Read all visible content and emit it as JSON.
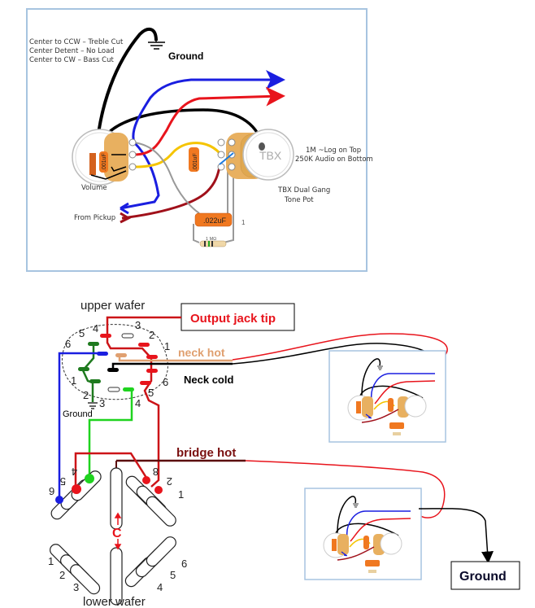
{
  "top_diagram": {
    "notes": [
      "Center to CCW – Treble Cut",
      "Center Detent – No Load",
      "Center to CW – Bass Cut"
    ],
    "ground_label": "Ground",
    "volume_label": "Volume",
    "from_pickup_label": "From Pickup",
    "cap_small_label": ".001uF",
    "cap_mid_label": ".001uF",
    "cap_large_label": ".022uF",
    "resistor_label": "1 MΩ",
    "tbx_label": "TBX",
    "taper_line1": "1M ~Log on Top",
    "taper_line2": "250K Audio on Bottom",
    "tone_pot_line1": "TBX Dual Gang",
    "tone_pot_line2": "Tone Pot",
    "stray_mark": "1"
  },
  "switch_diagram": {
    "upper_wafer_label": "upper wafer",
    "lower_wafer_label": "lower wafer",
    "output_jack_label": "Output jack tip",
    "neck_hot_label": "neck hot",
    "neck_cold_label": "Neck cold",
    "bridge_hot_label": "bridge hot",
    "ground_label": "Ground",
    "ground_box_label": "Ground",
    "center_label": "C",
    "upper_pins_left": [
      "4",
      "5",
      "6",
      "1",
      "2",
      "3"
    ],
    "upper_pins_right": [
      "3",
      "2",
      "1",
      "6",
      "5",
      "4"
    ],
    "lower_pins_top": [
      "9",
      "5",
      "4",
      "8",
      "2",
      "1"
    ],
    "lower_pins_bottom": [
      "1",
      "2",
      "3",
      "4",
      "5",
      "6"
    ]
  },
  "colors": {
    "wire_red": "#e8141c",
    "wire_blue": "#1a1ee0",
    "wire_black": "#000000",
    "wire_yellow": "#f5c400",
    "wire_dark_red": "#a0101a",
    "wire_green": "#1fd31f",
    "wire_dark_green": "#1e7a1e",
    "wire_tan": "#e0a070",
    "cap_orange": "#f07820",
    "pot_tan": "#e8b060",
    "frame_blue": "#a7c4e0",
    "label_red": "#e8141c"
  }
}
